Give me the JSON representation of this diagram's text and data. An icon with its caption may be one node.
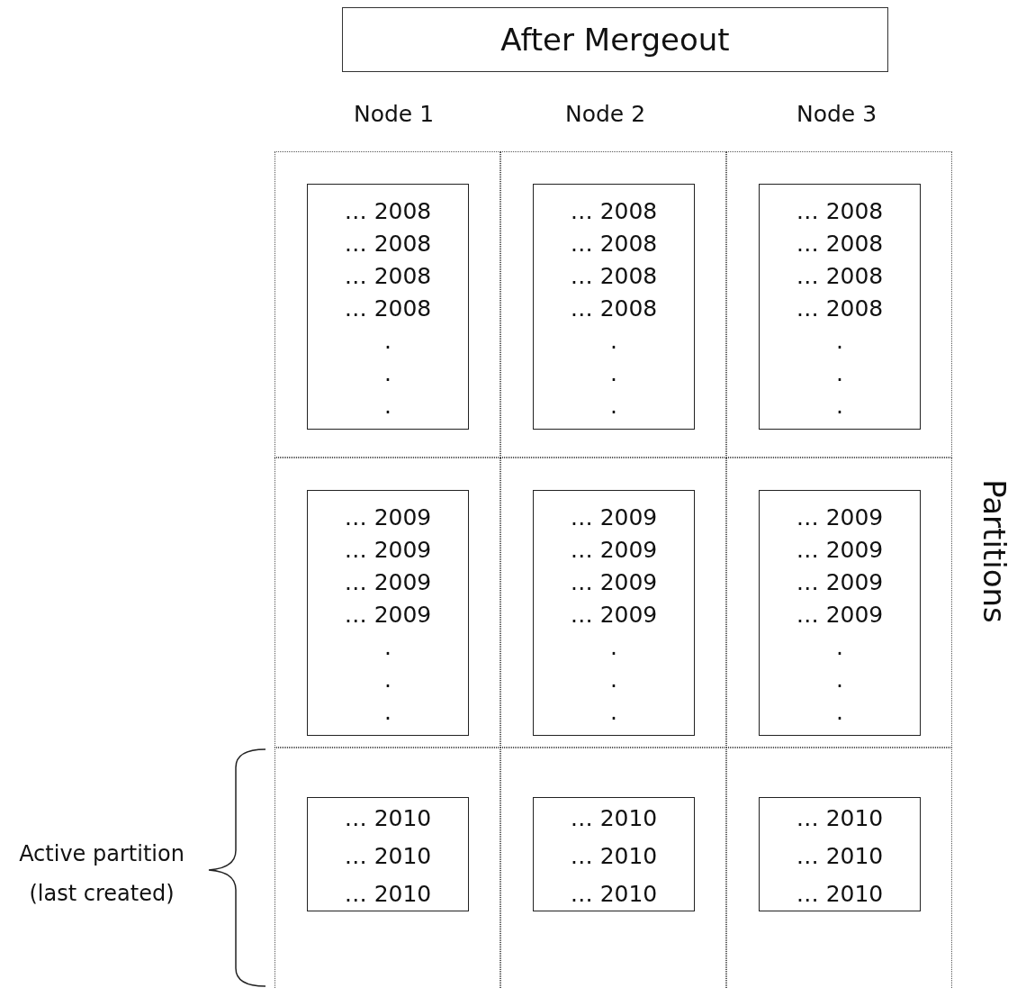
{
  "diagram": {
    "nodes": [
      {
        "text": [
          "After Mergeout"
        ]
      },
      {
        "text": [],
        "shape": "box"
      },
      {
        "text": [
          "… 2008",
          "… 2008",
          "… 2008",
          "… 2008",
          ".",
          ".",
          "."
        ],
        "in": 1
      },
      {
        "text": [],
        "shape": "box"
      },
      {
        "text": [
          "… 2008",
          "… 2008",
          "… 2008",
          "… 2008",
          ".",
          ".",
          "."
        ],
        "in": 3
      },
      {
        "text": [],
        "shape": "box"
      },
      {
        "text": [
          "… 2008",
          "… 2008",
          "… 2008",
          "… 2008",
          ".",
          ".",
          "."
        ],
        "in": 5
      },
      {
        "text": [],
        "shape": "box"
      },
      {
        "text": [
          "… 2009",
          "… 2009",
          "… 2009",
          "… 2009",
          ".",
          ".",
          "."
        ],
        "in": 7
      },
      {
        "text": [],
        "shape": "box"
      },
      {
        "text": [
          "… 2009",
          "… 2009",
          "… 2009",
          "… 2009",
          ".",
          ".",
          "."
        ],
        "in": 9
      },
      {
        "text": [],
        "shape": "box"
      },
      {
        "text": [
          "… 2009",
          "… 2009",
          "… 2009",
          "… 2009",
          ".",
          ".",
          "."
        ],
        "in": 11
      },
      {
        "text": [],
        "shape": "box"
      },
      {
        "text": [
          "… 2010",
          "… 2010",
          "… 2010"
        ],
        "in": 13
      },
      {
        "text": [],
        "shape": "box"
      },
      {
        "text": [
          "… 2010",
          "… 2010",
          "… 2010"
        ],
        "in": 15
      },
      {
        "text": [],
        "shape": "box"
      },
      {
        "text": [
          "… 2010",
          "… 2010",
          "… 2010"
        ],
        "in": 17
      }
    ],
    "labels": [
      "Node 1",
      "Node 2",
      "Node 3",
      "Partitions",
      "Active partition (last created)"
    ]
  }
}
